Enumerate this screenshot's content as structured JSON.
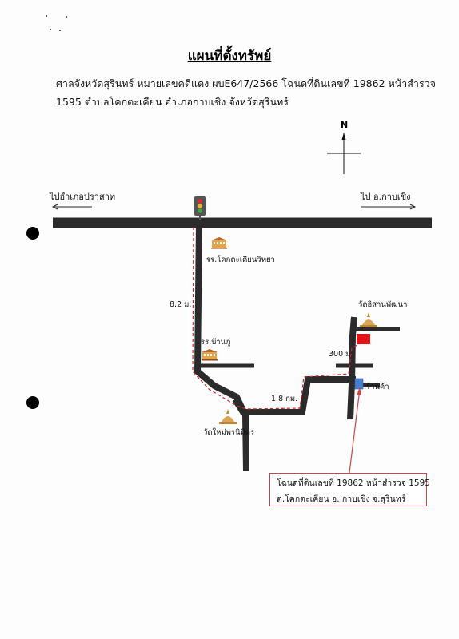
{
  "title": "แผนที่ตั้งทรัพย์",
  "description": {
    "line1": "ศาลจังหวัดสุรินทร์ หมายเลขคดีแดง ผบE647/2566 โฉนดที่ดินเลขที่ 19862 หน้าสำรวจ",
    "line2": "1595  ตำบลโคกตะเคียน อำเภอกาบเชิง จังหวัดสุรินทร์"
  },
  "compass": {
    "north_label": "N"
  },
  "directions": {
    "left": "ไปอำเภอปราสาท",
    "right": "ไป อ.กาบเชิง"
  },
  "landmarks": {
    "school1": "รร.โคกตะเคียนวิทยา",
    "school2": "รร.บ้านภู่",
    "temple_lower": "วัดใหม่พรนิมิตร",
    "temple_upper": "วัดอิสานพัฒนา",
    "shop": "ร้านค้า"
  },
  "distances": {
    "main_road": "8.2 ม.",
    "side_road": "1.8 กม.",
    "last_leg": "300 ม."
  },
  "callout": {
    "line1": "โฉนดที่ดินเลขที่ 19862  หน้าสำรวจ 1595",
    "line2": "ต.โคกตะเคียน  อ. กาบเชิง  จ.สุรินทร์"
  },
  "colors": {
    "road": "#2b2b2b",
    "route": "#d6262b",
    "property": "#e3151b",
    "shop": "#4a7fd0",
    "callout_border": "#d0434a",
    "building": "#c98a3a"
  },
  "icons": {
    "traffic_light": "traffic-light-icon",
    "school": "school-building-icon",
    "temple": "temple-stupa-icon",
    "property": "property-marker-icon",
    "shop": "shop-marker-icon"
  }
}
